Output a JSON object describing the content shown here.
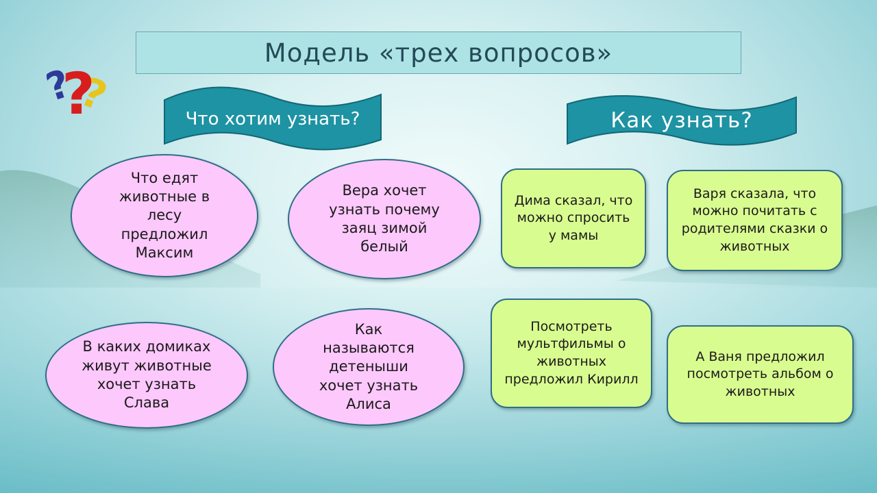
{
  "slide": {
    "title": "Модель «трех вопросов»",
    "banners": {
      "left": "Что хотим узнать?",
      "right": "Как узнать?"
    },
    "questions": [
      "Что едят животные в лесу предложил Максим",
      "Вера хочет узнать почему заяц зимой белый",
      "В каких домиках живут животные хочет узнать Слава",
      "Как называются детеныши хочет узнать Алиса"
    ],
    "answers": [
      "Дима сказал, что можно спросить у мамы",
      "Варя сказала, что можно почитать с родителями сказки о животных",
      "Посмотреть мультфильмы о животных предложил Кирилл",
      "А Ваня предложил посмотреть альбом о животных"
    ],
    "icons": {
      "decor": "question-marks-icon"
    },
    "colors": {
      "title_bg": "#aee3e6",
      "banner": "#1d93a3",
      "question_fill": "#fdc8fc",
      "answer_fill": "#d9fc90",
      "outline": "#2e6f86"
    }
  }
}
